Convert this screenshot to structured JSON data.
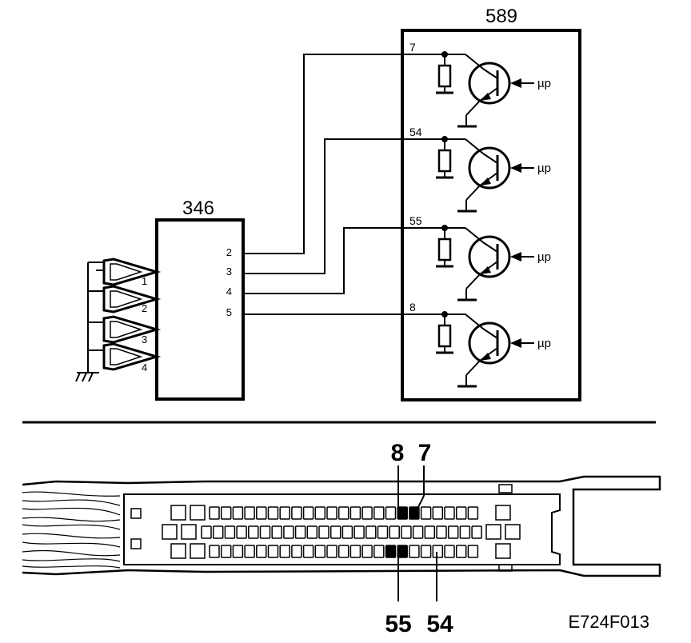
{
  "module_589": {
    "id": "589",
    "channels": [
      {
        "pin": "7",
        "input": "µp"
      },
      {
        "pin": "54",
        "input": "µp"
      },
      {
        "pin": "55",
        "input": "µp"
      },
      {
        "pin": "8",
        "input": "µp"
      }
    ]
  },
  "module_346": {
    "id": "346",
    "outputs": [
      "2",
      "3",
      "4",
      "5"
    ],
    "inputs": [
      "1",
      "2",
      "3",
      "4"
    ]
  },
  "connector": {
    "top_labels": [
      "8",
      "7"
    ],
    "bottom_labels": [
      "55",
      "54"
    ]
  },
  "figure_code": "E724F013"
}
